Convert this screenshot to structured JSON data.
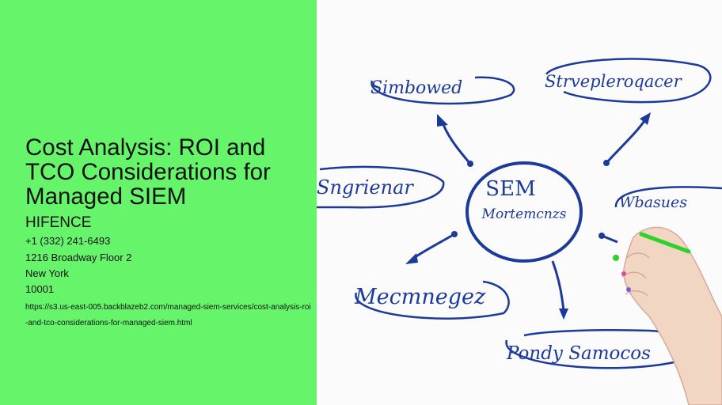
{
  "slide": {
    "title": "Cost Analysis: ROI and TCO Considerations for Managed SIEM",
    "company": "HIFENCE",
    "phone": "+1 (332) 241-6493",
    "street": "1216 Broadway Floor 2",
    "city": "New York",
    "zip": "10001",
    "url": "https://s3.us-east-005.backblazeb2.com/managed-siem-services/cost-analysis-roi-and-tco-considerations-for-managed-siem.html"
  },
  "illustration": {
    "center_line1": "SEM",
    "center_line2": "Mortemcnzs",
    "top_left": "Simbowed",
    "top_right": "Strvepleroqacer",
    "left": "Sngrienar",
    "right": "Wbasues",
    "bottom_left": "Mecmnegez",
    "bottom_right": "Pondy Samocos",
    "ink_color": "#1c3a9a",
    "highlight_color": "#2fd12b"
  },
  "colors": {
    "left_panel": "#66f46b",
    "right_panel": "#fbfbfb",
    "text": "#111111"
  }
}
